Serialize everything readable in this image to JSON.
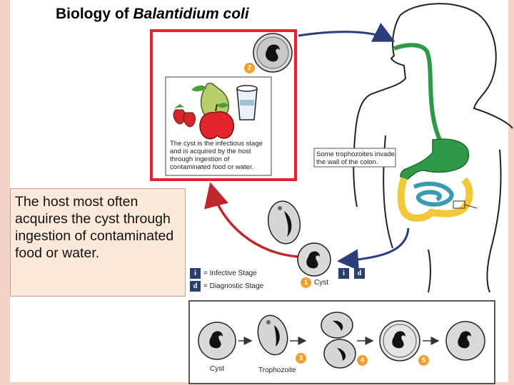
{
  "title": {
    "prefix": "Biology of ",
    "organism": "Balantidium coli"
  },
  "host_text": "The host most often acquires the cyst through ingestion of contaminated food or water.",
  "ingestion_note": "The cyst is the infectious stage and is acquired by the host through ingestion of contaminated food or water.",
  "invasion_note": "Some trophozoites invade the wall of the colon.",
  "legend": {
    "infective_symbol": "i",
    "infective_label": "= Infective Stage",
    "diagnostic_symbol": "d",
    "diagnostic_label": "= Diagnostic Stage"
  },
  "stages": {
    "cyst_badge": "1",
    "cyst_label": "Cyst",
    "ingestion_badge": "2",
    "trophozoite_badge": "3",
    "badge_4": "4",
    "badge_5": "5",
    "strip_cyst_label": "Cyst",
    "strip_trophozoite_label": "Trophozoite"
  },
  "colors": {
    "highlight": "#e8222a",
    "arrow_red": "#c0262c",
    "arrow_blue": "#2b3d7a",
    "stomach": "#2e9a47",
    "intestine": "#f2c838",
    "small_intestine": "#3a9bb0",
    "badge": "#f0a030"
  },
  "icons": [
    "cyst-icon",
    "trophozoite-icon",
    "pear-icon",
    "apple-icon",
    "strawberry-icon",
    "water-glass-icon"
  ]
}
